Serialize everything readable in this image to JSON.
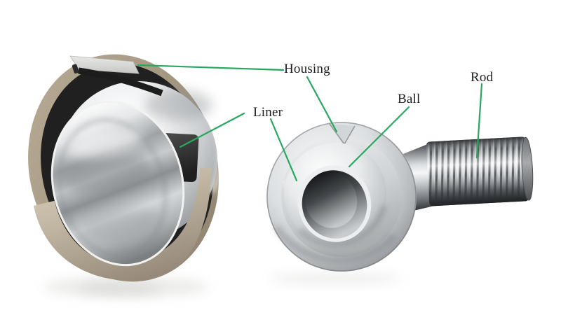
{
  "page": {
    "background": "#ffffff"
  },
  "annotation": {
    "line_color": "#28a85f",
    "text_color": "#1d1d1d"
  },
  "labels": {
    "housing": "Housing",
    "liner": "Liner",
    "ball": "Ball",
    "rod": "Rod"
  },
  "illustration_colors": {
    "housing_tan": "#a89a83",
    "housing_tan_light": "#cfc5b4",
    "liner_dark": "#262626",
    "steel_highlight": "#f5f6f7",
    "steel_mid": "#b9bdc0",
    "steel_shadow": "#55585c"
  }
}
